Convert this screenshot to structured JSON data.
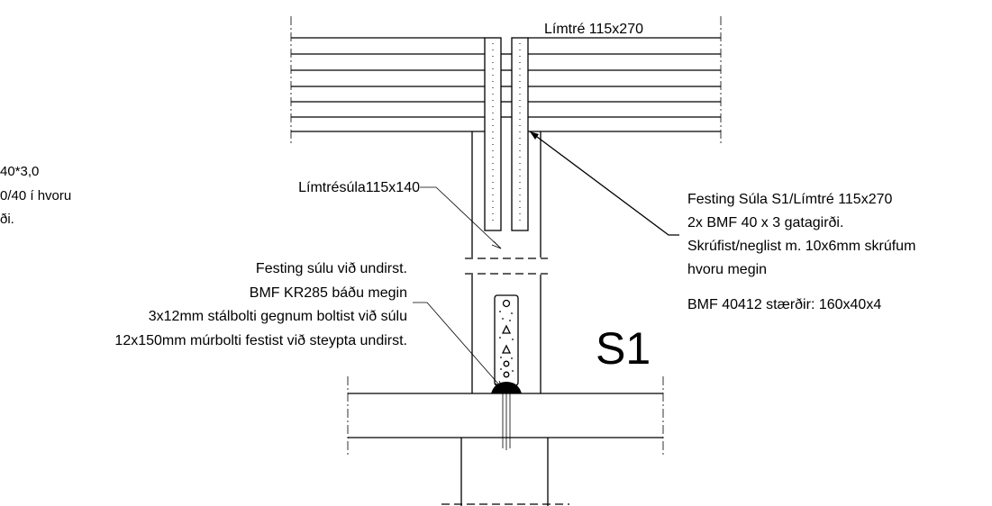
{
  "labels": {
    "beam_title": "Límtré 115x270",
    "column_label": "Límtrésúla115x140",
    "cut_left_line1": "40*3,0",
    "cut_left_line2": "0/40 í hvoru",
    "cut_left_line3": "ði.",
    "connection_right_line1": "Festing Súla S1/Límtré 115x270",
    "connection_right_line2": "2x BMF 40 x 3 gatagirði.",
    "connection_right_line3": "Skrúfist/neglist m. 10x6mm skrúfum",
    "connection_right_line4": "hvoru megin",
    "bmf_dimensions": "BMF 40412 stærðir: 160x40x4",
    "base_fix_line1": "Festing súlu við undirst.",
    "base_fix_line2": "BMF KR285 báðu megin",
    "base_fix_line3": "3x12mm stálbolti gegnum boltist við súlu",
    "base_fix_line4": "12x150mm múrbolti festist við steypta undirst.",
    "section_mark": "S1"
  }
}
